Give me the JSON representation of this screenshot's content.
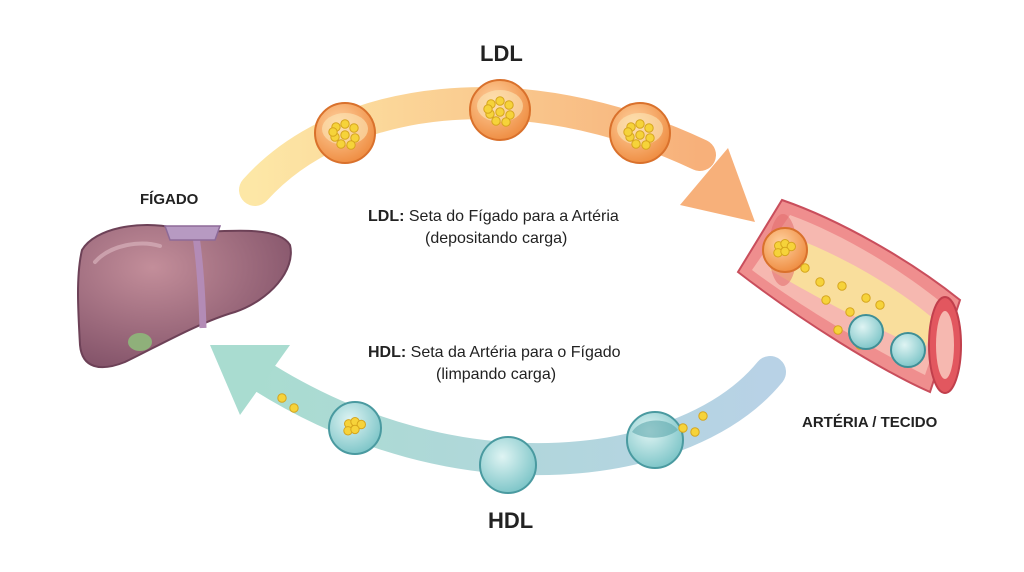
{
  "labels": {
    "ldl_title": "LDL",
    "hdl_title": "HDL",
    "liver": "FÍGADO",
    "artery": "ARTÉRIA / TECIDO"
  },
  "descriptions": {
    "ldl": {
      "key": "LDL:",
      "line1": " Seta do Fígado para a Artéria",
      "line2": "(depositando carga)"
    },
    "hdl": {
      "key": "HDL:",
      "line1": " Seta da Artéria para o Fígado",
      "line2": "(limpando carga)"
    }
  },
  "colors": {
    "ldl_arrow_start": "#fde7a6",
    "ldl_arrow_end": "#f7b07a",
    "ldl_particle": "#f29a4f",
    "hdl_arrow_start": "#a9dcd0",
    "hdl_arrow_end": "#b6d3e6",
    "hdl_particle": "#8fd1d4",
    "cargo": "#f6d33a",
    "liver": "#9a6579",
    "artery": "#e56a6a"
  }
}
